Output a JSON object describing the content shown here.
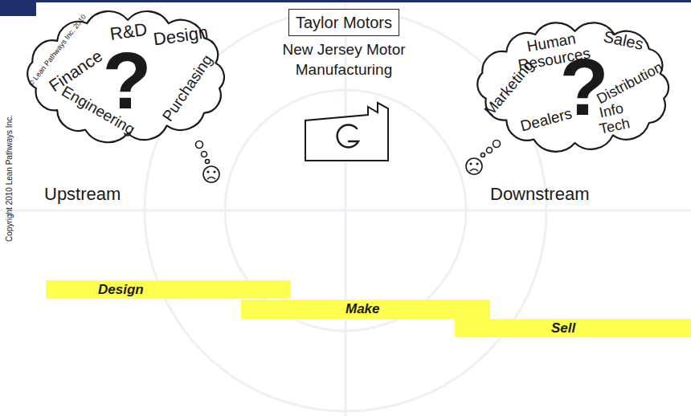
{
  "diagram": {
    "nodes": [
      {
        "text": [
          "Taylor Motors"
        ]
      },
      {
        "text": [
          "R&D",
          "Design",
          "Finance",
          "Purchasing",
          "Engineering",
          "?",
          "© Lean Pathways Inc. 2010"
        ]
      },
      {
        "text": [
          "Human Resources",
          "Sales",
          "Marketing",
          "Distribution",
          "Dealers",
          "Info Tech",
          "?"
        ]
      },
      {
        "text": [
          "Design"
        ]
      },
      {
        "text": [
          "Make"
        ]
      },
      {
        "text": [
          "Sell"
        ]
      }
    ],
    "labels": [
      "New Jersey Motor Manufacturing",
      "Upstream",
      "Downstream",
      "Copyright 2010 Lean Pathways Inc."
    ]
  }
}
